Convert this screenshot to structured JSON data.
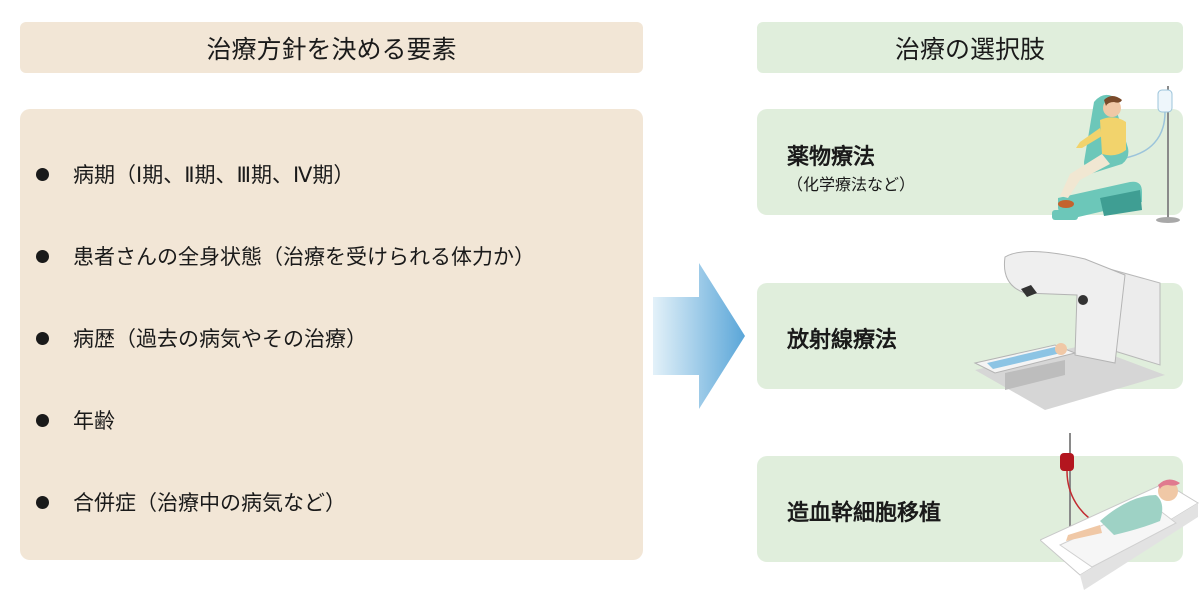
{
  "left": {
    "header": "治療方針を決める要素",
    "factors": [
      "病期（Ⅰ期、Ⅱ期、Ⅲ期、Ⅳ期）",
      "患者さんの全身状態（治療を受けられる体力か）",
      "病歴（過去の病気やその治療）",
      "年齢",
      "合併症（治療中の病気など）"
    ]
  },
  "right": {
    "header": "治療の選択肢",
    "options": [
      {
        "name": "薬物療法",
        "note": "（化学療法など）"
      },
      {
        "name": "放射線療法"
      },
      {
        "name": "造血幹細胞移植"
      }
    ]
  },
  "colors": {
    "left_panel": "#f2e6d6",
    "right_panel": "#e0eedc",
    "arrow_light": "#dbeef8",
    "arrow_dark": "#5fa9da"
  },
  "icons": [
    "drug-therapy-illustration",
    "radiation-therapy-illustration",
    "stem-cell-transplant-illustration",
    "right-arrow-icon"
  ]
}
